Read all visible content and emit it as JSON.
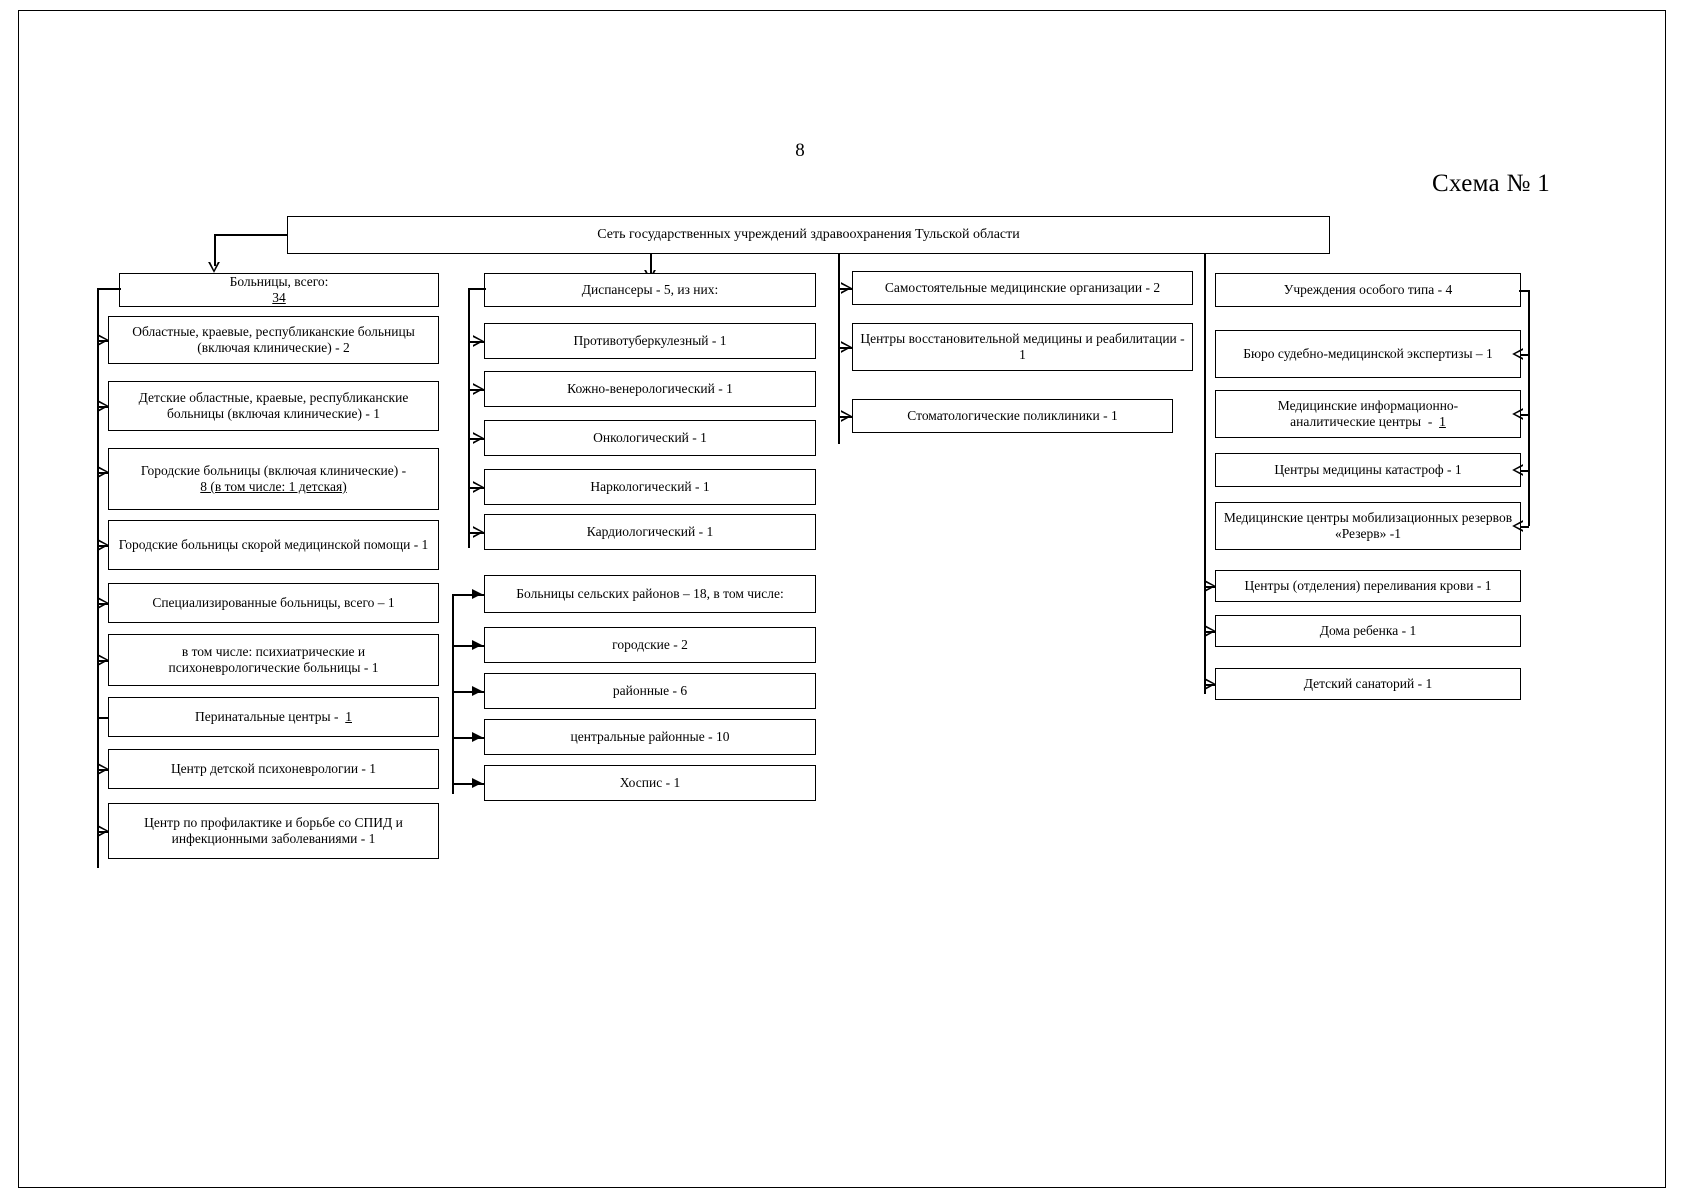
{
  "document": {
    "page_number": "8",
    "scheme_label": "Схема № 1"
  },
  "root": {
    "label": "Сеть государственных учреждений здравоохранения Тульской области"
  },
  "columns": [
    {
      "id": "hospitals",
      "header": "Больницы, всего: 34",
      "header_plain": "Больницы, всего: ",
      "header_underlined": "34",
      "items": [
        {
          "label": "Областные, краевые, республиканские больницы (включая клинические) - 2"
        },
        {
          "label": "Детские областные, краевые, республиканские больницы (включая клинические) - 1"
        },
        {
          "label": "Городские больницы (включая клинические) - 8 (в том числе: 1 детская)"
        },
        {
          "label": "Городские больницы скорой медицинской помощи -  1"
        },
        {
          "label": "Специализированные больницы, всего – 1"
        },
        {
          "label": "в том числе: психиатрические и психоневрологические больницы - 1"
        },
        {
          "label": "Перинатальные центры -  1"
        },
        {
          "label": "Центр детской психоневрологии - 1"
        },
        {
          "label": "Центр по профилактике и борьбе со СПИД и инфекционными заболеваниями - 1"
        }
      ]
    },
    {
      "id": "dispensaries",
      "header": "Диспансеры - 5, из них:",
      "items": [
        {
          "label": "Противотуберкулезный - 1"
        },
        {
          "label": "Кожно-венерологический - 1"
        },
        {
          "label": "Онкологический - 1"
        },
        {
          "label": "Наркологический - 1"
        },
        {
          "label": "Кардиологический - 1"
        }
      ],
      "secondary_header": "Больницы сельских районов – 18, в том числе:",
      "secondary_items": [
        {
          "label": "городские - 2"
        },
        {
          "label": "районные - 6"
        },
        {
          "label": "центральные районные - 10"
        },
        {
          "label": "Хоспис - 1"
        }
      ]
    },
    {
      "id": "independent-organizations",
      "header": "Самостоятельные медицинские организации - 2",
      "items": [
        {
          "label": "Центры восстановительной медицины и реабилитации - 1"
        },
        {
          "label": "Стоматологические поликлиники -  1"
        }
      ]
    },
    {
      "id": "special-type",
      "header": "Учреждения особого типа - 4",
      "items": [
        {
          "label": "Бюро судебно-медицинской экспертизы – 1"
        },
        {
          "label": "Медицинские информационно-аналитические центры  -  1"
        },
        {
          "label": "Центры медицины катастроф - 1"
        },
        {
          "label": "Медицинские центры мобилизационных резервов «Резерв» -1"
        },
        {
          "label": "Центры (отделения) переливания крови - 1"
        },
        {
          "label": "Дома ребенка - 1"
        },
        {
          "label": "Детский санаторий - 1"
        }
      ]
    }
  ]
}
